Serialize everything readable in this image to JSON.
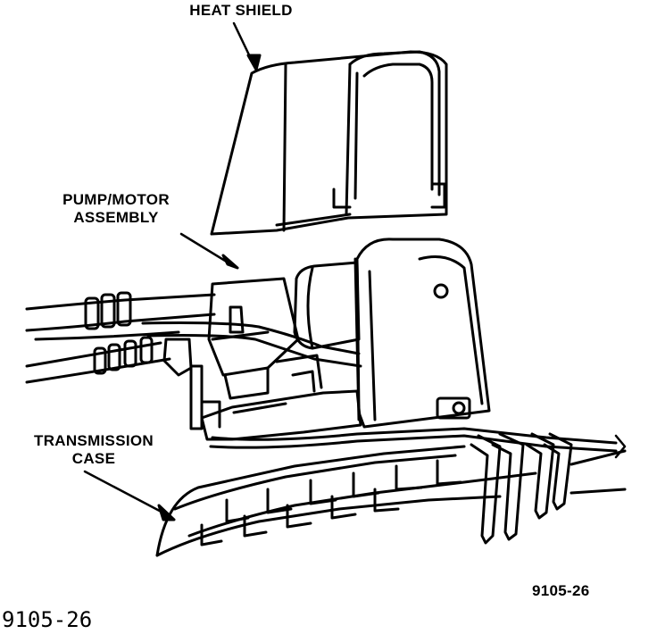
{
  "labels": {
    "heat_shield": "HEAT SHIELD",
    "pump_motor_line1": "PUMP/MOTOR",
    "pump_motor_line2": "ASSEMBLY",
    "transmission_line1": "TRANSMISSION",
    "transmission_line2": "CASE"
  },
  "figure_number": "9105-26",
  "caption": "9105-26",
  "colors": {
    "ink": "#000000",
    "paper": "#ffffff"
  }
}
